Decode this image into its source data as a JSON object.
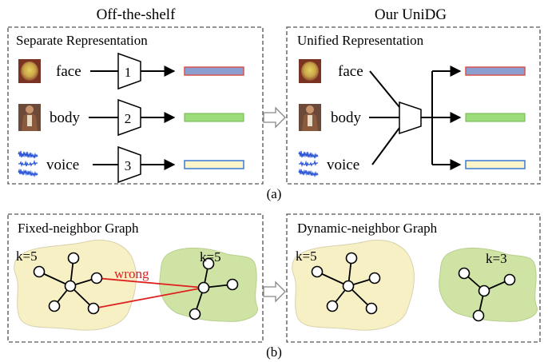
{
  "panel_a": {
    "left_heading": "Off-the-shelf",
    "right_heading": "Our UniDG",
    "left_box_title": "Separate Representation",
    "right_box_title": "Unified Representation",
    "modalities": [
      "face",
      "body",
      "voice"
    ],
    "encoder_numbers": [
      "1",
      "2",
      "3"
    ],
    "caption": "(a)"
  },
  "panel_b": {
    "left_box_title": "Fixed-neighbor Graph",
    "right_box_title": "Dynamic-neighbor Graph",
    "left_k_a": "k=5",
    "left_k_b": "k=5",
    "wrong_label": "wrong",
    "right_k_a": "k=5",
    "right_k_b": "k=3",
    "caption": "(b)"
  },
  "colors": {
    "face_bar": "#8c9ed0",
    "face_bar_border": "#d9534f",
    "body_bar": "#9edb7a",
    "voice_bar": "#fbf5c9",
    "voice_bar_border": "#3a7bd5",
    "blob_yellow": "#f7f0c4",
    "blob_green": "#cfe4a4",
    "wrong_edge": "#e02020",
    "box_border": "#555555"
  },
  "icons": [
    "face-thumbnail-icon",
    "body-thumbnail-icon",
    "voice-waveform-icon",
    "hollow-arrow-icon",
    "encoder-trapezoid-icon"
  ]
}
